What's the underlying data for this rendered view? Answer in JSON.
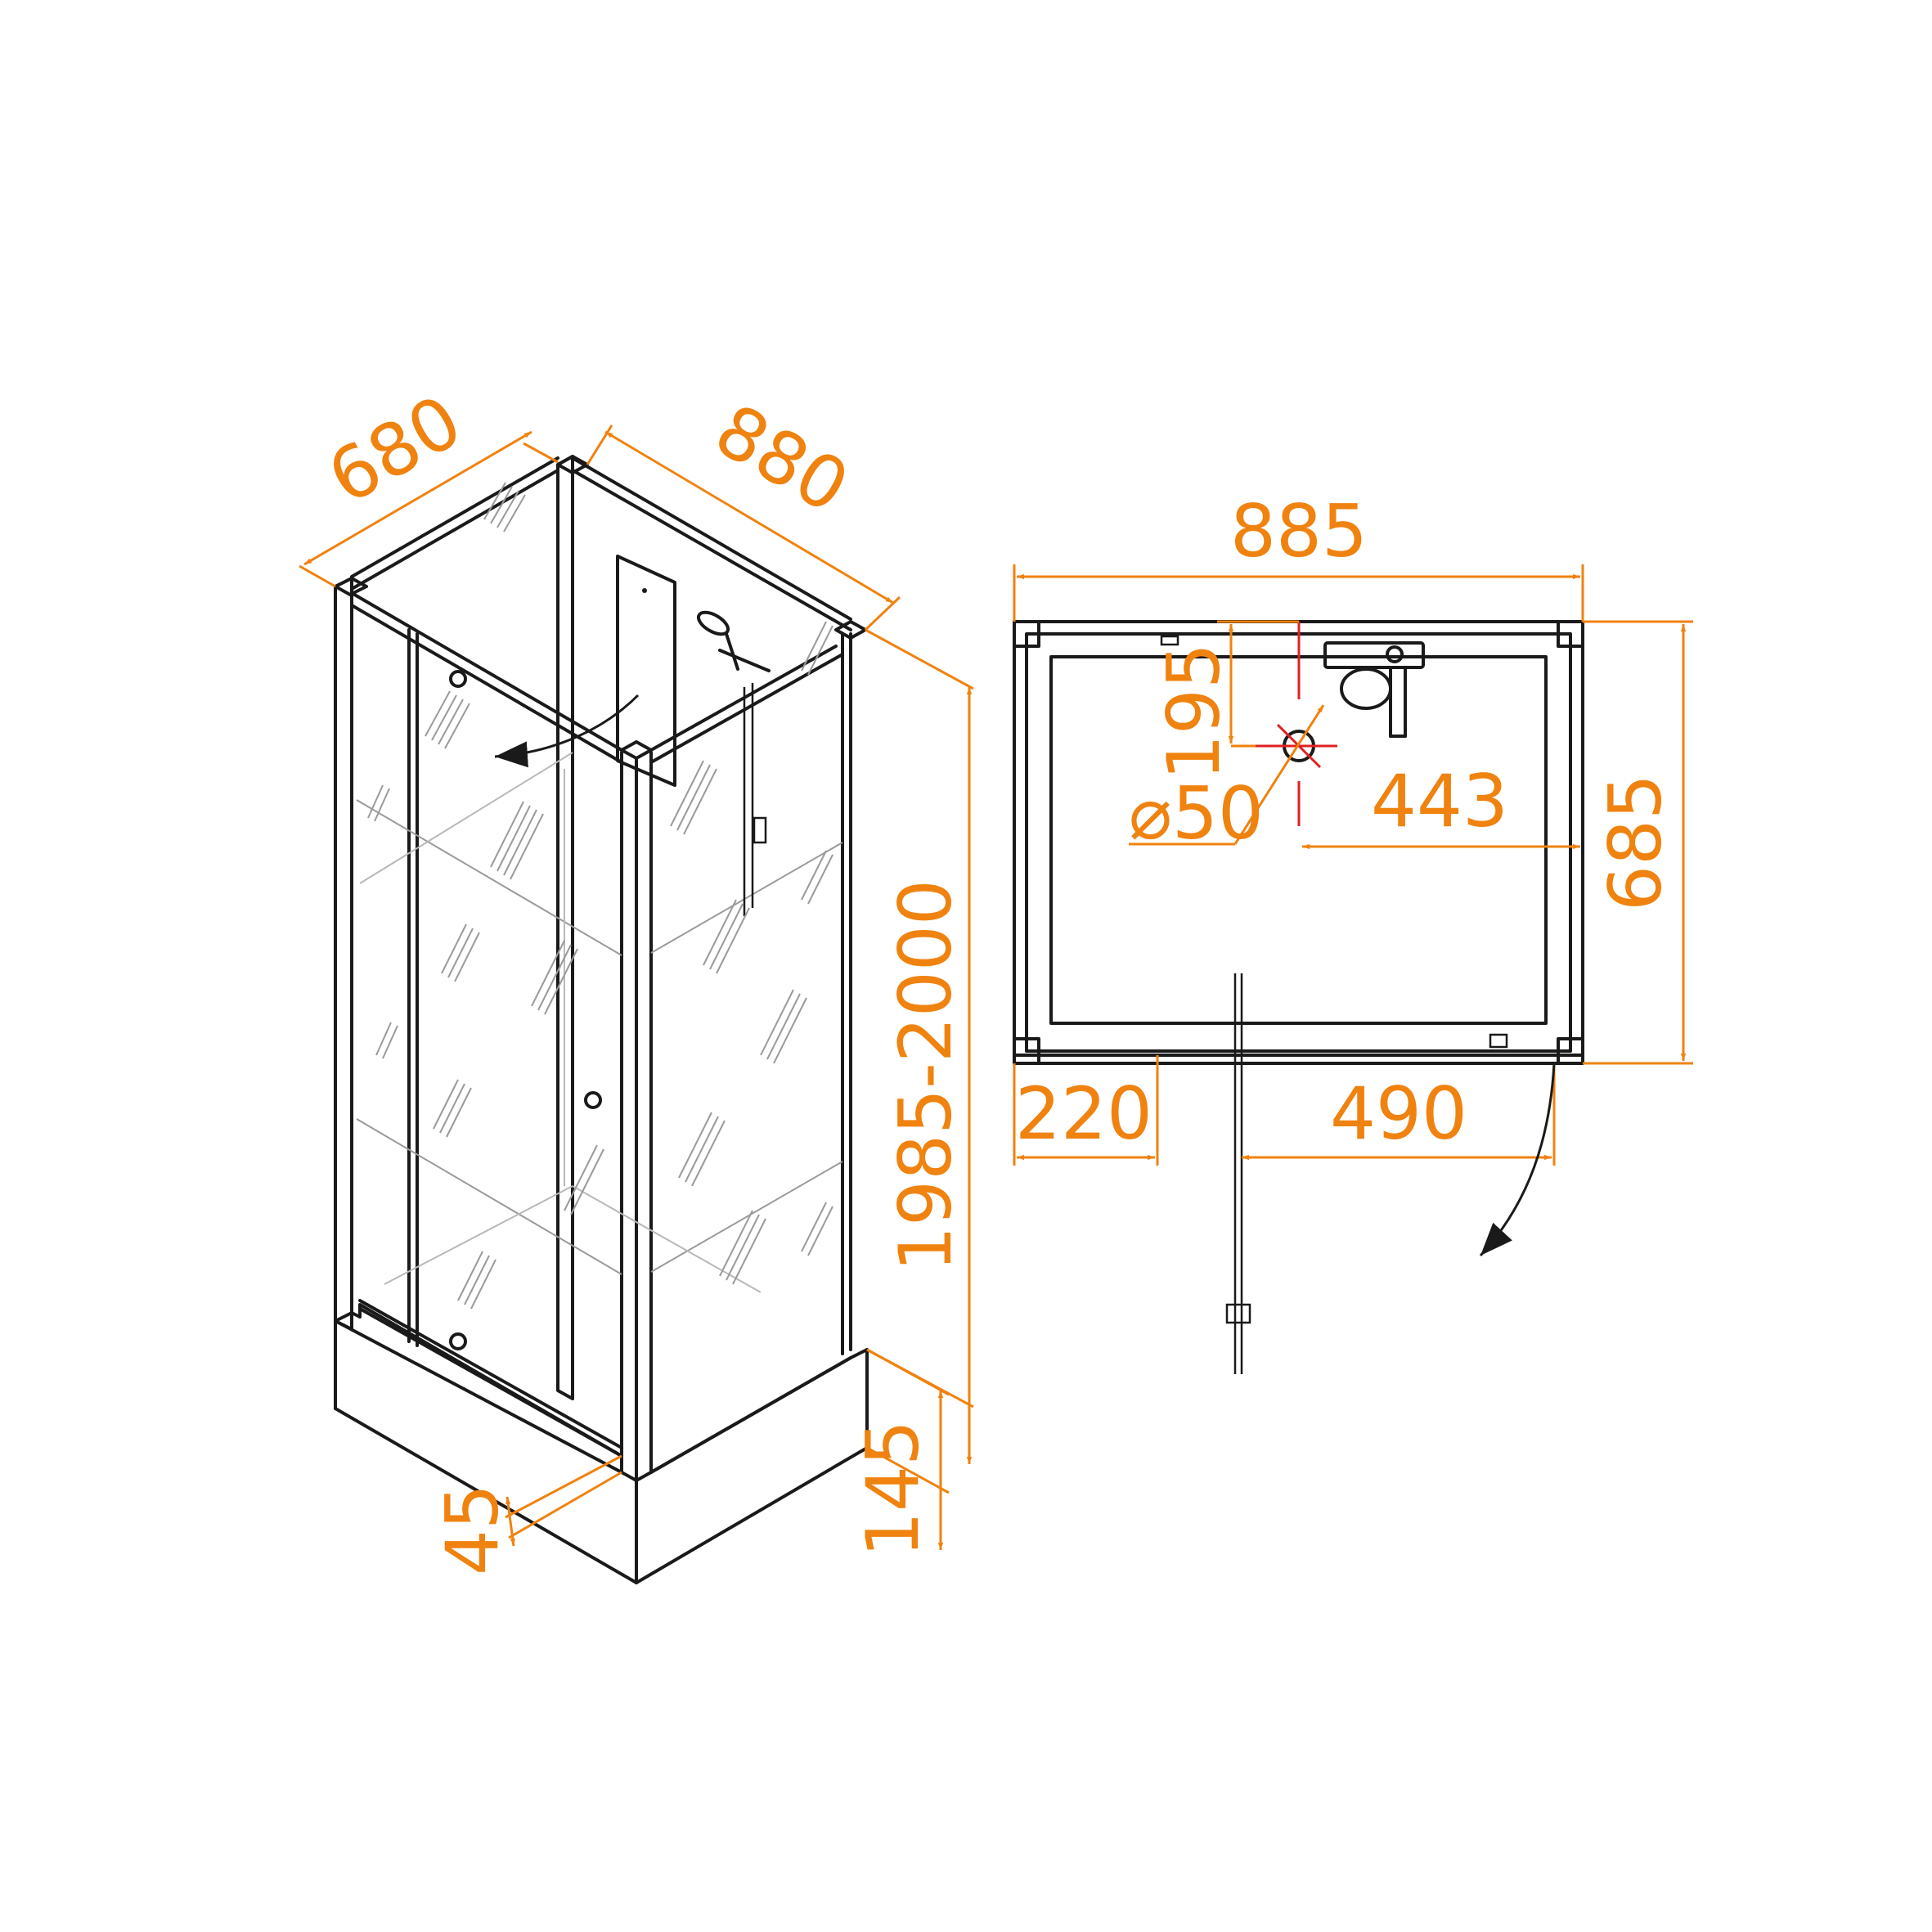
{
  "drawing": {
    "accent_color": "#f0820f",
    "line_color": "#1a1a1a",
    "iso_view": {
      "dims": {
        "side_width": "680",
        "back_width": "880",
        "total_height": "1985-2000",
        "tray_height": "145",
        "tray_step": "45"
      }
    },
    "plan_view": {
      "dims": {
        "overall_width": "885",
        "overall_depth": "685",
        "outlet_offset_y": "195",
        "outlet_diameter": "⌀50",
        "outlet_offset_x": "443",
        "fixed_panel": "220",
        "door_opening": "490"
      }
    }
  }
}
